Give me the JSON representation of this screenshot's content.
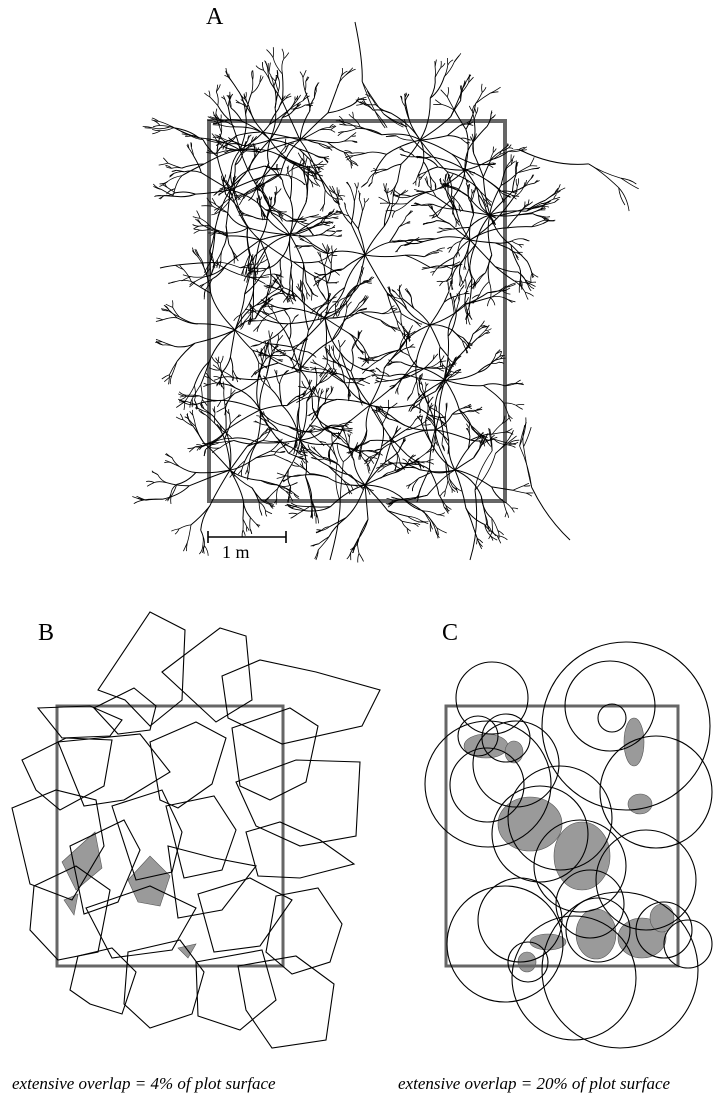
{
  "panels": {
    "a": {
      "label": "A",
      "scale_bar": "1 m"
    },
    "b": {
      "label": "B",
      "caption": "extensive overlap = 4% of plot surface"
    },
    "c": {
      "label": "C",
      "caption": "extensive overlap = 20% of plot surface"
    }
  },
  "colors": {
    "ink": "#000000",
    "plot_border": "#666666",
    "overlap_fill": "#9a9a9a"
  }
}
